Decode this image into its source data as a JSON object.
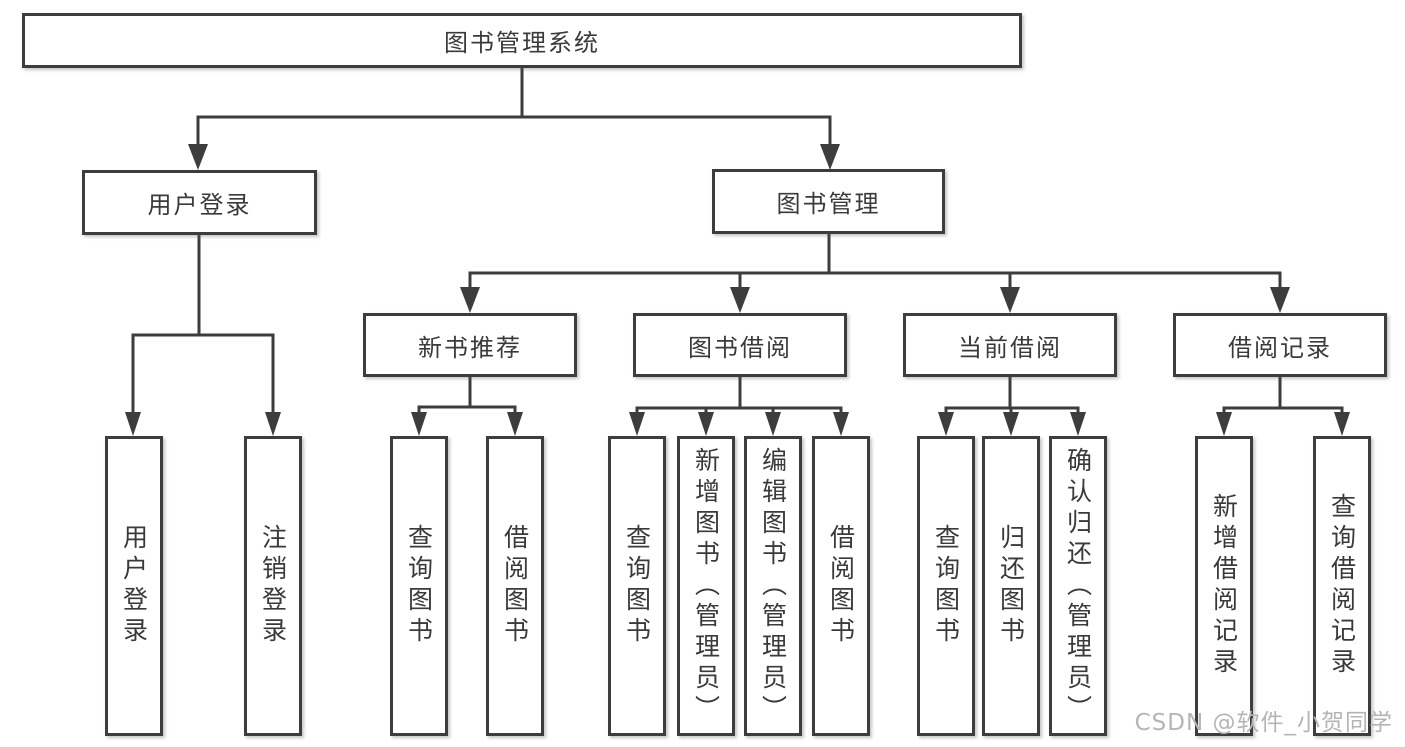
{
  "colors": {
    "background": "#ffffff",
    "line": "#3d3d3d",
    "box_border": "#3d3d3d",
    "box_fill": "#ffffff",
    "text": "#3a3a3a",
    "watermark": "#b5b5b5"
  },
  "watermark": {
    "text": "CSDN @软件_小贺同学"
  },
  "diagram": {
    "title": "图书管理系统",
    "nodes": {
      "root": {
        "label": "图书管理系统"
      },
      "userLogin": {
        "label": "用户登录"
      },
      "bookMgmt": {
        "label": "图书管理"
      },
      "newBookRec": {
        "label": "新书推荐"
      },
      "bookBorrow": {
        "label": "图书借阅"
      },
      "currentBorrow": {
        "label": "当前借阅"
      },
      "borrowRecord": {
        "label": "借阅记录"
      },
      "loginLeaf": {
        "label": "用户登录"
      },
      "logoutLeaf": {
        "label": "注销登录"
      },
      "recQuery": {
        "label": "查询图书"
      },
      "recBorrow": {
        "label": "借阅图书"
      },
      "bbQuery": {
        "label": "查询图书"
      },
      "bbAdd": {
        "label": "新增图书（管理员）"
      },
      "bbEdit": {
        "label": "编辑图书（管理员）"
      },
      "bbBorrow": {
        "label": "借阅图书"
      },
      "cbQuery": {
        "label": "查询图书"
      },
      "cbReturn": {
        "label": "归还图书"
      },
      "cbConfirm": {
        "label": "确认归还（管理员）"
      },
      "brAdd": {
        "label": "新增借阅记录"
      },
      "brQuery": {
        "label": "查询借阅记录"
      }
    },
    "structure": {
      "root": [
        "userLogin",
        "bookMgmt"
      ],
      "userLogin": [
        "loginLeaf",
        "logoutLeaf"
      ],
      "bookMgmt": [
        "newBookRec",
        "bookBorrow",
        "currentBorrow",
        "borrowRecord"
      ],
      "newBookRec": [
        "recQuery",
        "recBorrow"
      ],
      "bookBorrow": [
        "bbQuery",
        "bbAdd",
        "bbEdit",
        "bbBorrow"
      ],
      "currentBorrow": [
        "cbQuery",
        "cbReturn",
        "cbConfirm"
      ],
      "borrowRecord": [
        "brAdd",
        "brQuery"
      ]
    }
  }
}
